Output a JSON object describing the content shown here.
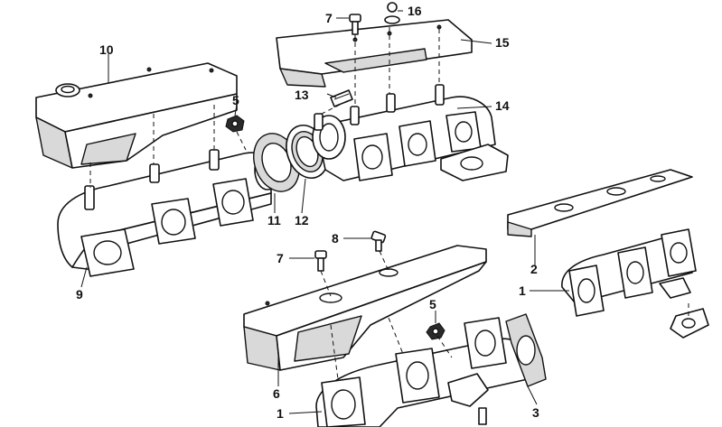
{
  "callouts": {
    "c1a": "1",
    "c1b": "1",
    "c2": "2",
    "c3": "3",
    "c5a": "5",
    "c5b": "5",
    "c6": "6",
    "c7a": "7",
    "c7b": "7",
    "c8": "8",
    "c9": "9",
    "c10": "10",
    "c11": "11",
    "c12": "12",
    "c13": "13",
    "c14": "14",
    "c15": "15",
    "c16": "16"
  }
}
